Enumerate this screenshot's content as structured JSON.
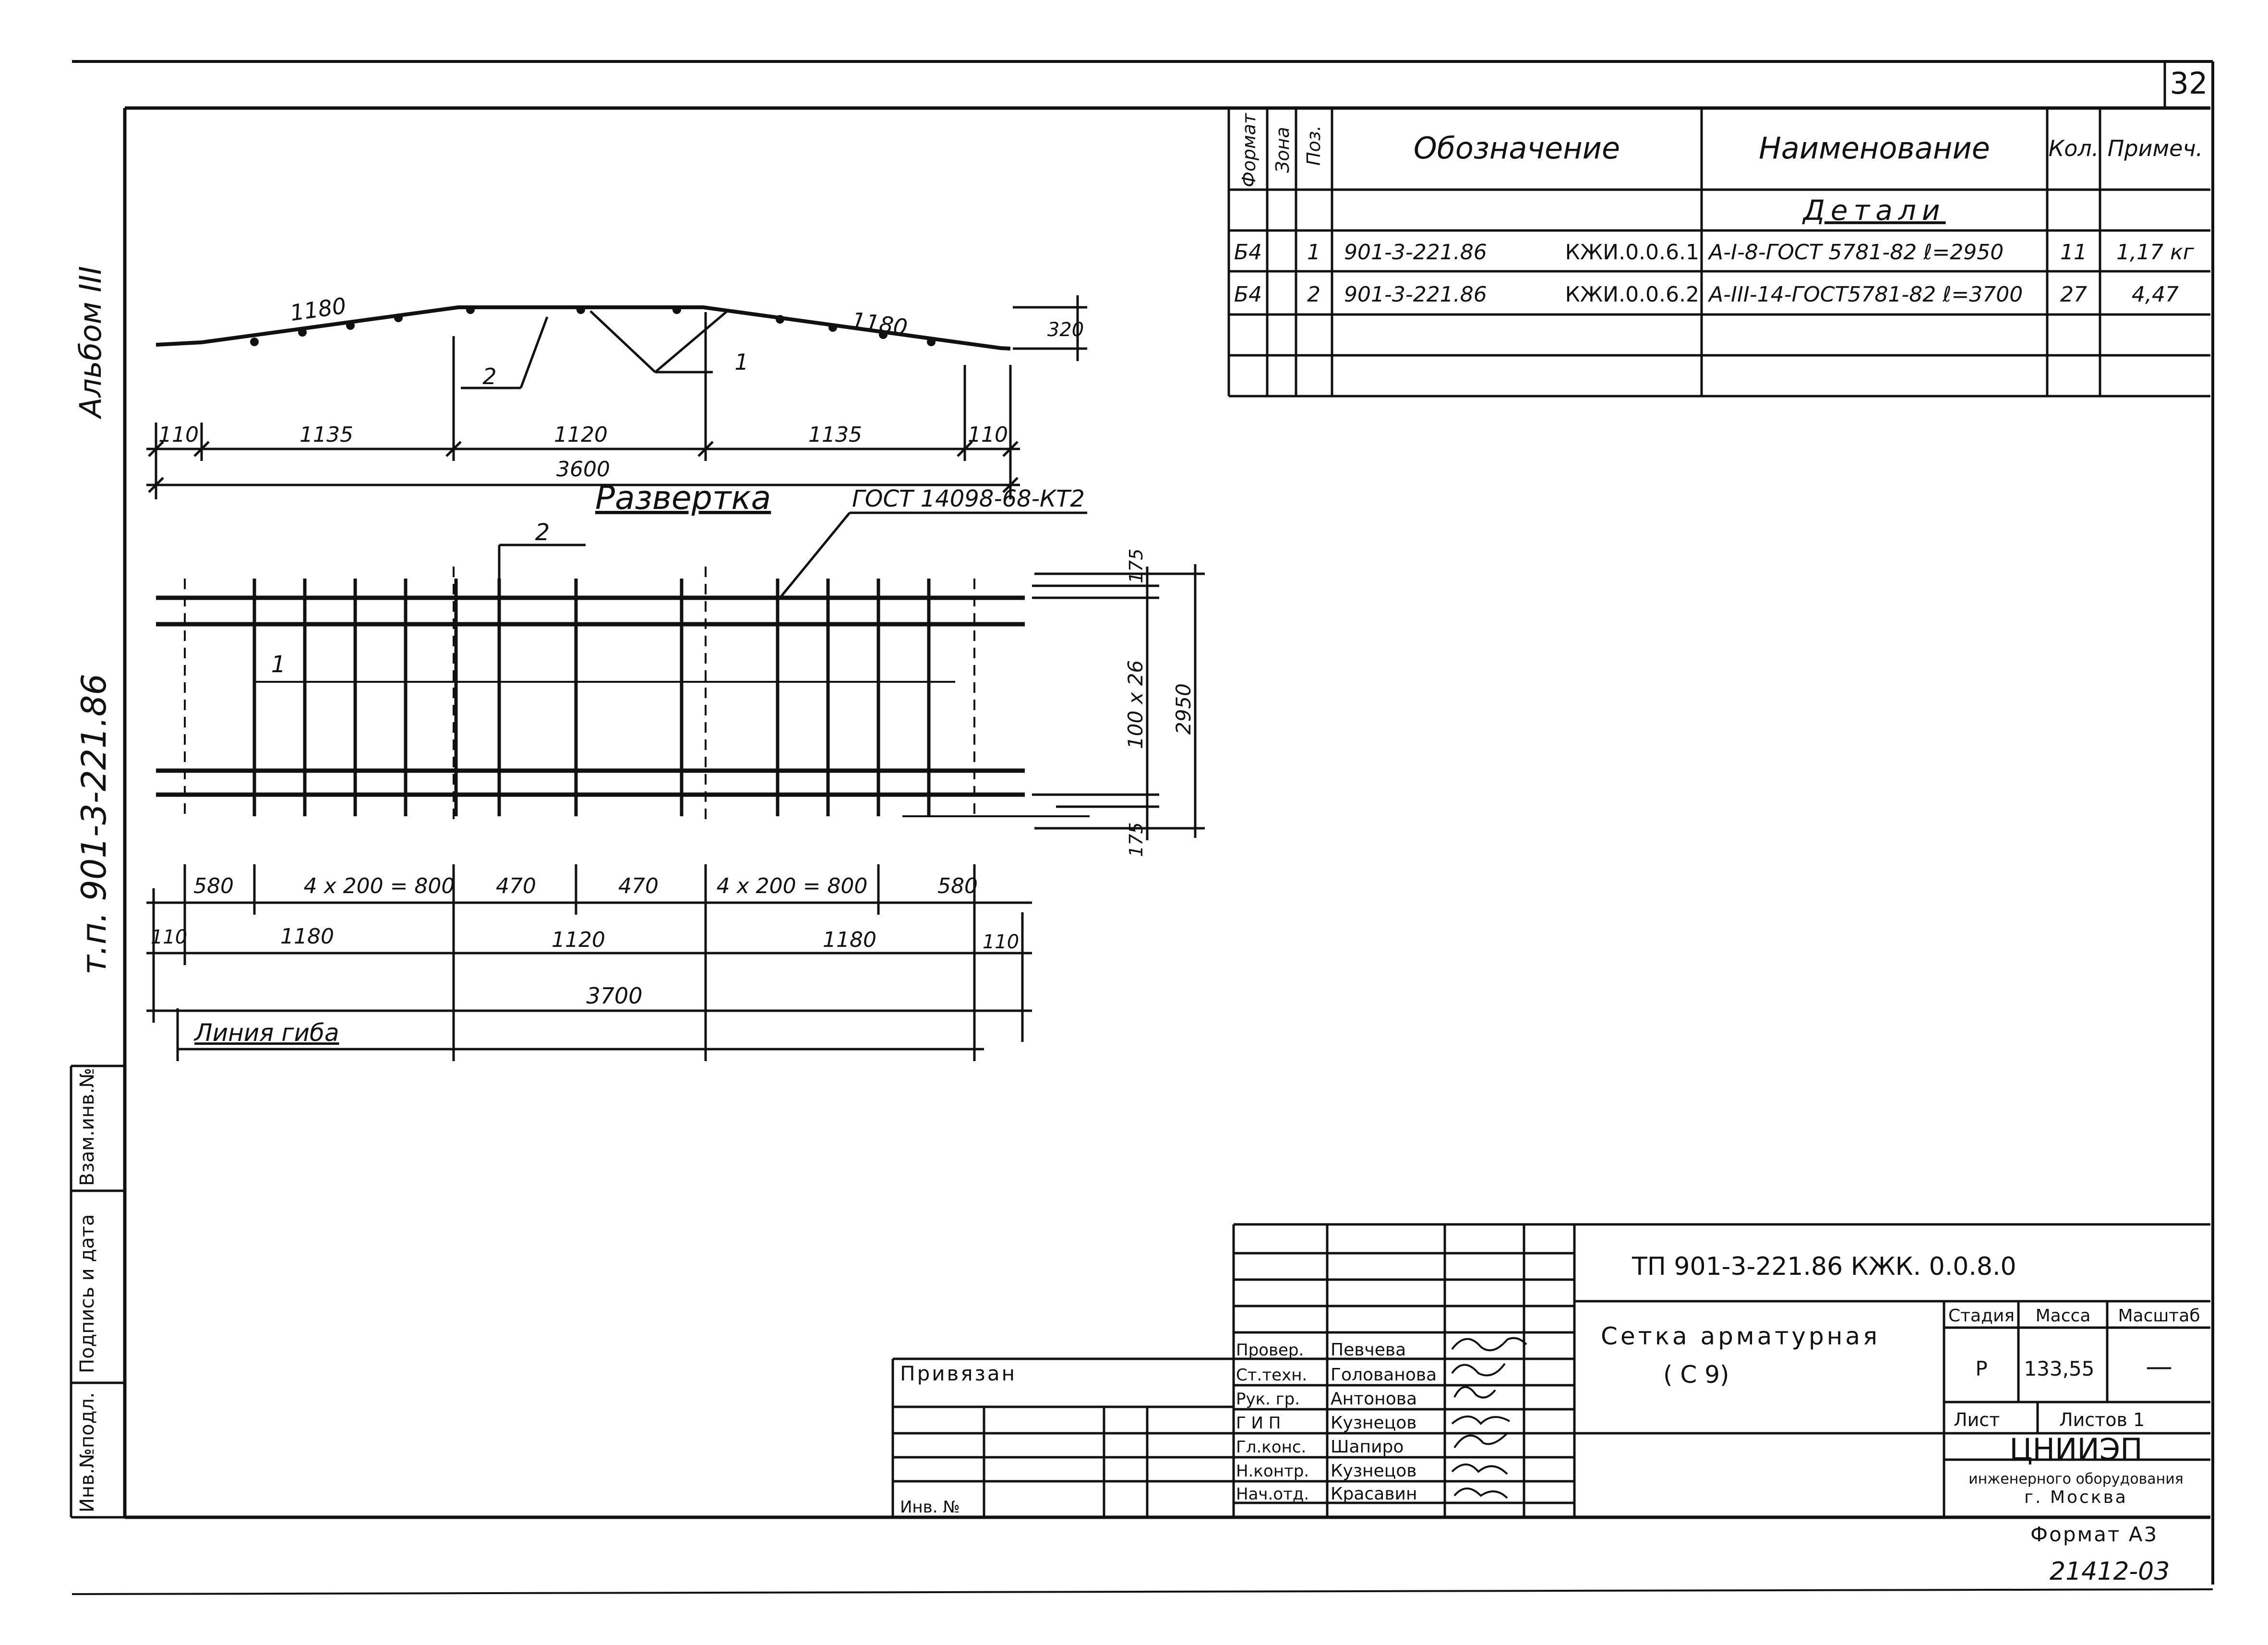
{
  "sheet_number": "32",
  "side": {
    "album": "Альбом III",
    "project": "т.п. 901-3-221.86",
    "stamp_cells": [
      "Инв.№подл.",
      "Подпись и дата",
      "Взам.инв.№"
    ]
  },
  "spec": {
    "headers": {
      "format": "Формат",
      "zone": "Зона",
      "pos": "Поз.",
      "designation": "Обозначение",
      "name": "Наименование",
      "qty": "Кол.",
      "note": "Примеч."
    },
    "section": "Детали",
    "rows": [
      {
        "format": "Б4",
        "pos": "1",
        "doc": "901-3-221.86",
        "code": "КЖИ.0.0.6.1",
        "name": "А-I-8-ГОСТ 5781-82  ℓ=2950",
        "qty": "11",
        "note": "1,17 кг"
      },
      {
        "format": "Б4",
        "pos": "2",
        "doc": "901-3-221.86",
        "code": "КЖИ.0.0.6.2",
        "name": "А-III-14-ГОСТ5781-82  ℓ=3700",
        "qty": "27",
        "note": "4,47"
      }
    ]
  },
  "profile": {
    "dims_sloped": [
      "1180",
      "1180"
    ],
    "height": "320",
    "dims": [
      "110",
      "1135",
      "1120",
      "1135",
      "110"
    ],
    "total": "3600",
    "pos_labels": [
      "2",
      "1"
    ]
  },
  "development": {
    "title": "Развертка",
    "gost": "ГОСТ 14098-68-КТ2",
    "pos_labels": [
      "2",
      "1"
    ],
    "right_dims": [
      "175",
      "100 х 26",
      "2950",
      "175"
    ],
    "row1": [
      "580",
      "4 х 200 = 800",
      "470",
      "470",
      "4 х 200 = 800",
      "580"
    ],
    "row2": [
      "110",
      "1180",
      "1120",
      "1180",
      "110"
    ],
    "total": "3700",
    "bend_line": "Линия гиба"
  },
  "title_block": {
    "designation": "ТП 901-3-221.86    КЖК. 0.0.8.0",
    "product": "Сетка арматурная",
    "product_sub": "( С 9)",
    "stage_h": "Стадия",
    "mass_h": "Масса",
    "scale_h": "Масштаб",
    "stage": "Р",
    "mass": "133,55",
    "scale": "—",
    "sheet_h": "Лист",
    "sheets_h": "Листов 1",
    "org": "ЦНИИЭП",
    "org_sub": "инженерного оборудования",
    "city": "г. Москва",
    "bound": "Привязан",
    "inv": "Инв. №",
    "roles": [
      "Провер.",
      "Ст.техн.",
      "Рук. гр.",
      "Г И П",
      "Гл.конс.",
      "Н.контр.",
      "Нач.отд."
    ],
    "names": [
      "Певчева",
      "Голованова",
      "Антонова",
      "Кузнецов",
      "Шапиро",
      "Кузнецов",
      "Красавин"
    ]
  },
  "format": "Формат А3",
  "bottom_number": "21412-03"
}
